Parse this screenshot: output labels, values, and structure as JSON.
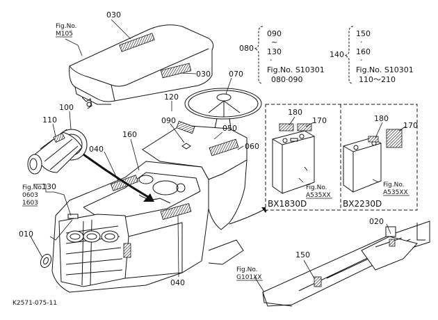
{
  "callouts": {
    "c030_top": "030",
    "c030_side": "030",
    "c070": "070",
    "c120": "120",
    "c090": "090",
    "c050": "050",
    "c060": "060",
    "c100": "100",
    "c110": "110",
    "c160": "160",
    "c040_upper": "040",
    "c040_lower": "040",
    "c130": "130",
    "c010": "010",
    "c020": "020",
    "c150": "150",
    "c180_a": "180",
    "c170_a": "170",
    "c180_b": "180",
    "c170_b": "170"
  },
  "fig_refs": {
    "m105": {
      "line1": "Fig.No.",
      "line2": "M105"
    },
    "p0603": {
      "line1": "Fig.No.",
      "line2": "0603",
      "line3": "1603"
    },
    "g101": {
      "line1": "Fig.No.",
      "line2": "G101XX"
    },
    "a535_a": {
      "line1": "Fig.No.",
      "line2": "A535XX"
    },
    "a535_b": {
      "line1": "Fig.No.",
      "line2": "A535XX"
    }
  },
  "ranges": {
    "r080": {
      "key": "080",
      "from": "090",
      "tilde": "~",
      "to": "130",
      "dot": "·",
      "fig": "Fig.No.  S10301",
      "sub": "080·090"
    },
    "r140": {
      "key": "140",
      "from": "150",
      "dot1": "·",
      "to": "160",
      "dot2": "·",
      "fig": "Fig.No.  S10301",
      "sub": "110～210"
    }
  },
  "models": {
    "left": "BX1830D",
    "right": "BX2230D"
  },
  "drawing_code": "K2571-075-11"
}
